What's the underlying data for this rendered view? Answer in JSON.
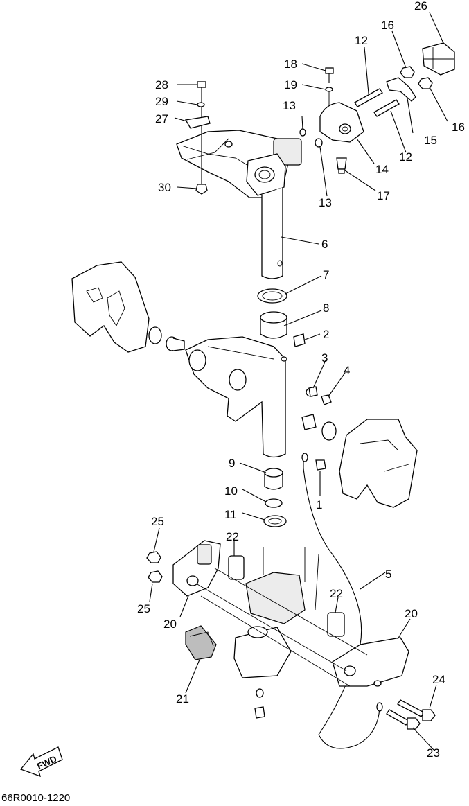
{
  "diagram": {
    "code": "66R0010-1220",
    "direction_label": "FWD",
    "callouts": [
      "26",
      "16",
      "12",
      "18",
      "19",
      "28",
      "29",
      "27",
      "13",
      "15",
      "16",
      "12",
      "14",
      "30",
      "17",
      "13",
      "6",
      "7",
      "8",
      "2",
      "3",
      "4",
      "9",
      "1",
      "10",
      "11",
      "25",
      "22",
      "5",
      "25",
      "22",
      "20",
      "20",
      "21",
      "24",
      "23"
    ]
  }
}
